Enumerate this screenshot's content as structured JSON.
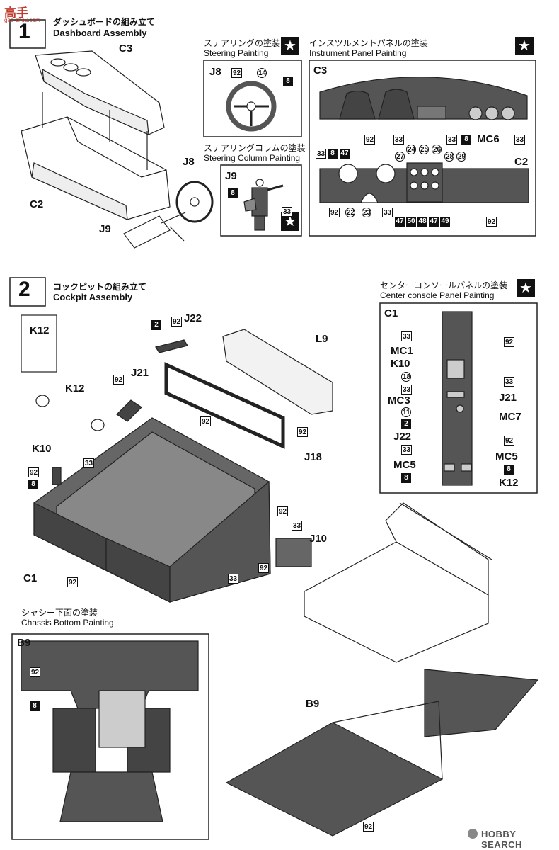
{
  "watermark": {
    "brand": "高手",
    "site": "gao-shou.com"
  },
  "step1": {
    "number": "1",
    "title_jp": "ダッシュボードの組み立て",
    "title_en": "Dashboard Assembly"
  },
  "step2": {
    "number": "2",
    "title_jp": "コックピットの組み立て",
    "title_en": "Cockpit Assembly"
  },
  "steering_painting": {
    "title_jp": "ステアリングの塗装",
    "title_en": "Steering Painting",
    "part": "J8",
    "callouts": {
      "a": "92",
      "b": "14",
      "c": "8"
    }
  },
  "steering_column": {
    "title_jp": "ステアリングコラムの塗装",
    "title_en": "Steering Column Painting",
    "part": "J9",
    "callouts": {
      "a": "8",
      "b": "33"
    }
  },
  "instrument_panel": {
    "title_jp": "インスツルメントパネルの塗装",
    "title_en": "Instrument Panel Painting",
    "part_top": "C3",
    "part_bottom": "C2",
    "top_callouts": {
      "a": "92",
      "b": "33",
      "c": "33",
      "d": "8",
      "e": "MC6",
      "f": "33"
    },
    "bottom_callouts": {
      "a": "33",
      "b": "8",
      "c": "47",
      "d": "92",
      "e": "22",
      "f": "23",
      "g": "33",
      "h": "27",
      "i": "24",
      "j": "25",
      "k": "26",
      "l": "28",
      "m": "29",
      "n": "47",
      "o": "50",
      "p": "48",
      "q": "47",
      "r": "49",
      "s": "92"
    }
  },
  "center_console": {
    "title_jp": "センターコンソールパネルの塗装",
    "title_en": "Center console Panel Painting",
    "part": "C1",
    "left": [
      "33",
      "MC1",
      "K10",
      "18",
      "33",
      "MC3",
      "11",
      "2",
      "J22",
      "33",
      "MC5",
      "8"
    ],
    "right": [
      "92",
      "33",
      "J21",
      "MC7",
      "92",
      "MC5",
      "8",
      "K12"
    ]
  },
  "chassis_bottom": {
    "title_jp": "シャシー下面の塗装",
    "title_en": "Chassis Bottom Painting",
    "part": "B9",
    "callouts": {
      "a": "92",
      "b": "8"
    }
  },
  "dash_labels": {
    "c3": "C3",
    "c2": "C2",
    "j8": "J8",
    "j9": "J9"
  },
  "cockpit_labels": {
    "k12_box": "K12",
    "k12": "K12",
    "k10": "K10",
    "j21": "J21",
    "j22": "J22",
    "l9": "L9",
    "j18": "J18",
    "j10": "J10",
    "c1": "C1",
    "n2": "2",
    "n92a": "92",
    "n92b": "92",
    "n92c": "92",
    "n92d": "92",
    "n92e": "92",
    "n92f": "92",
    "n92g": "92",
    "n92h": "92",
    "n33a": "33",
    "n33b": "33",
    "n33c": "33",
    "n8": "8"
  },
  "chassis_labels": {
    "b9": "B9",
    "n92": "92"
  },
  "footer": {
    "brand": "HOBBY SEARCH"
  }
}
